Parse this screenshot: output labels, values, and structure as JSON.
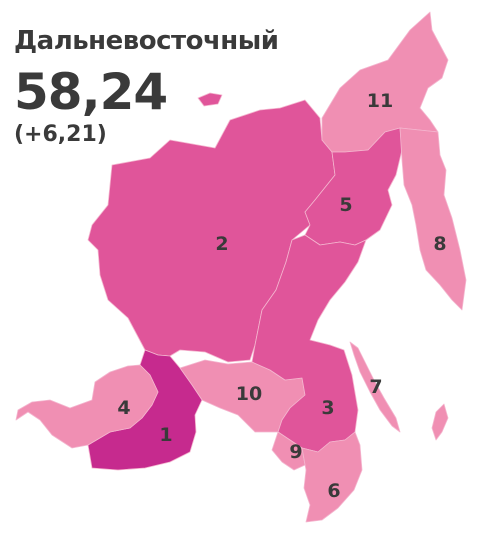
{
  "header": {
    "district": "Дальневосточный",
    "value": "58,24",
    "delta": "(+6,21)"
  },
  "colors": {
    "dark": "#c62a8e",
    "medium": "#e0559a",
    "light": "#f08fb3",
    "text": "#3a3a3a"
  },
  "regions": [
    {
      "id": "1",
      "label": "1",
      "shade": "dark"
    },
    {
      "id": "2",
      "label": "2",
      "shade": "medium"
    },
    {
      "id": "3",
      "label": "3",
      "shade": "medium"
    },
    {
      "id": "4",
      "label": "4",
      "shade": "light"
    },
    {
      "id": "5",
      "label": "5",
      "shade": "medium"
    },
    {
      "id": "6",
      "label": "6",
      "shade": "light"
    },
    {
      "id": "7",
      "label": "7",
      "shade": "light"
    },
    {
      "id": "8",
      "label": "8",
      "shade": "light"
    },
    {
      "id": "9",
      "label": "9",
      "shade": "light"
    },
    {
      "id": "10",
      "label": "10",
      "shade": "light"
    },
    {
      "id": "11",
      "label": "11",
      "shade": "light"
    }
  ]
}
